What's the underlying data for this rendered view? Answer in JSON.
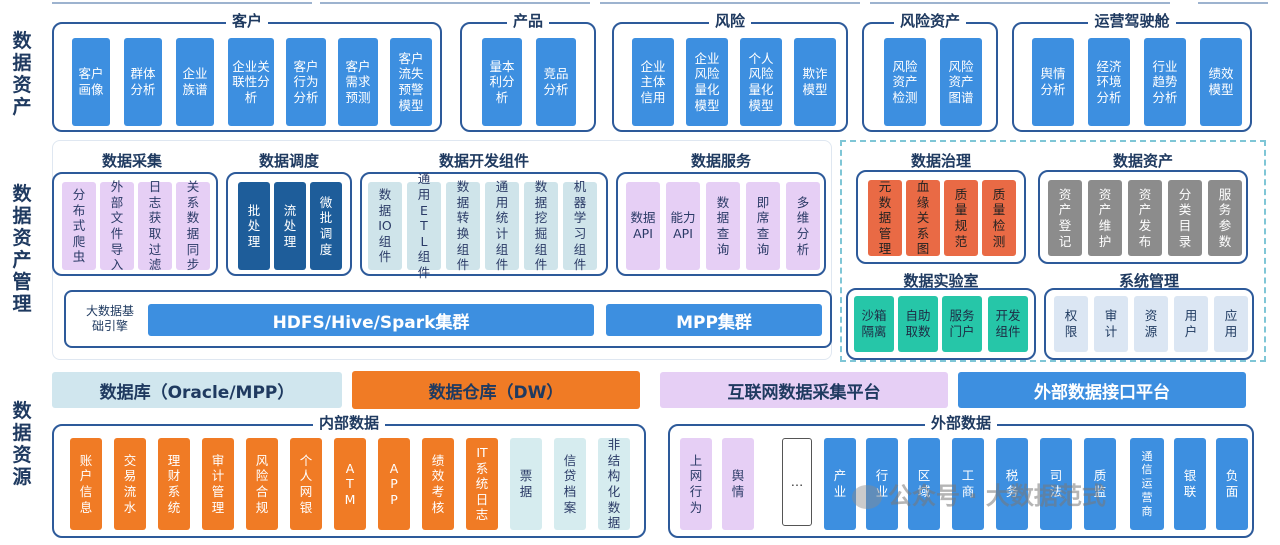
{
  "rows": {
    "assets": "数据资产",
    "management": "数据资产管理",
    "sources": "数据资源"
  },
  "top_assets": {
    "customer": {
      "title": "客户",
      "items": [
        "客户画像",
        "群体分析",
        "企业族谱",
        "企业关联性分析",
        "客户行为分析",
        "客户需求预测",
        "客户流失预警模型"
      ]
    },
    "product": {
      "title": "产品",
      "items": [
        "量本利分析",
        "竞品分析"
      ]
    },
    "risk": {
      "title": "风险",
      "items": [
        "企业主体信用",
        "企业风险量化模型",
        "个人风险量化模型",
        "欺诈模型"
      ]
    },
    "risk_assets": {
      "title": "风险资产",
      "items": [
        "风险资产检测",
        "风险资产图谱"
      ]
    },
    "cockpit": {
      "title": "运营驾驶舱",
      "items": [
        "舆情分析",
        "经济环境分析",
        "行业趋势分析",
        "绩效模型"
      ]
    }
  },
  "mgmt": {
    "collection": {
      "title": "数据采集",
      "items": [
        "分布式爬虫",
        "外部文件导入",
        "日志获取过滤",
        "关系数据同步"
      ]
    },
    "scheduling": {
      "title": "数据调度",
      "items": [
        "批处理",
        "流处理",
        "微批调度"
      ]
    },
    "dev": {
      "title": "数据开发组件",
      "items": [
        "数据IO组件",
        "通用ETL组件",
        "数据转换组件",
        "通用统计组件",
        "数据挖掘组件",
        "机器学习组件"
      ]
    },
    "service": {
      "title": "数据服务",
      "items": [
        "数据API",
        "能力API",
        "数据查询",
        "即席查询",
        "多维分析"
      ]
    },
    "engine": {
      "label": "大数据基础引擎",
      "hdfs": "HDFS/Hive/Spark集群",
      "mpp": "MPP集群"
    },
    "governance": {
      "title": "数据治理",
      "items": [
        "元数据管理",
        "血缘关系图",
        "质量规范",
        "质量检测"
      ]
    },
    "asset": {
      "title": "数据资产",
      "items": [
        "资产登记",
        "资产维护",
        "资产发布",
        "分类目录",
        "服务参数"
      ]
    },
    "lab": {
      "title": "数据实验室",
      "items": [
        "沙箱隔离",
        "自助取数",
        "服务门户",
        "开发组件"
      ]
    },
    "system": {
      "title": "系统管理",
      "items": [
        "权限",
        "审计",
        "资源",
        "用户",
        "应用"
      ]
    }
  },
  "sources": {
    "bars": {
      "db": "数据库（Oracle/MPP）",
      "dw": "数据仓库（DW）",
      "web": "互联网数据采集平台",
      "ext": "外部数据接口平台"
    },
    "internal": {
      "title": "内部数据",
      "items": [
        "账户信息",
        "交易流水",
        "理财系统",
        "审计管理",
        "风险合规",
        "个人网银",
        "ATM",
        "APP",
        "绩效考核",
        "IT系统日志",
        "票据",
        "信贷档案",
        "非结构化数据"
      ]
    },
    "external": {
      "title": "外部数据",
      "items": [
        "上网行为",
        "舆情",
        "…",
        "产业",
        "行业",
        "区域",
        "工商",
        "税务",
        "司法",
        "质监",
        "通信运营商",
        "银联",
        "负面"
      ]
    }
  },
  "watermark": "公众号 · 大数据范式"
}
